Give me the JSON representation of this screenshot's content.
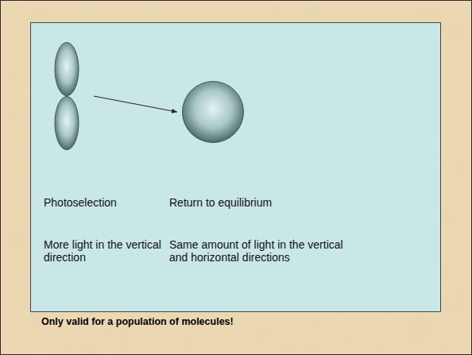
{
  "diagram": {
    "nodes": [
      {
        "text": [
          "Photoselection",
          "More light in the vertical direction"
        ]
      },
      {
        "text": [
          "Return to equilibrium",
          "Same amount of light in the vertical and horizontal directions"
        ]
      }
    ],
    "edges": [
      {
        "from": 0,
        "to": 1,
        "arrow": "to"
      }
    ],
    "labels": [
      "Only valid for a population of molecules!"
    ]
  }
}
